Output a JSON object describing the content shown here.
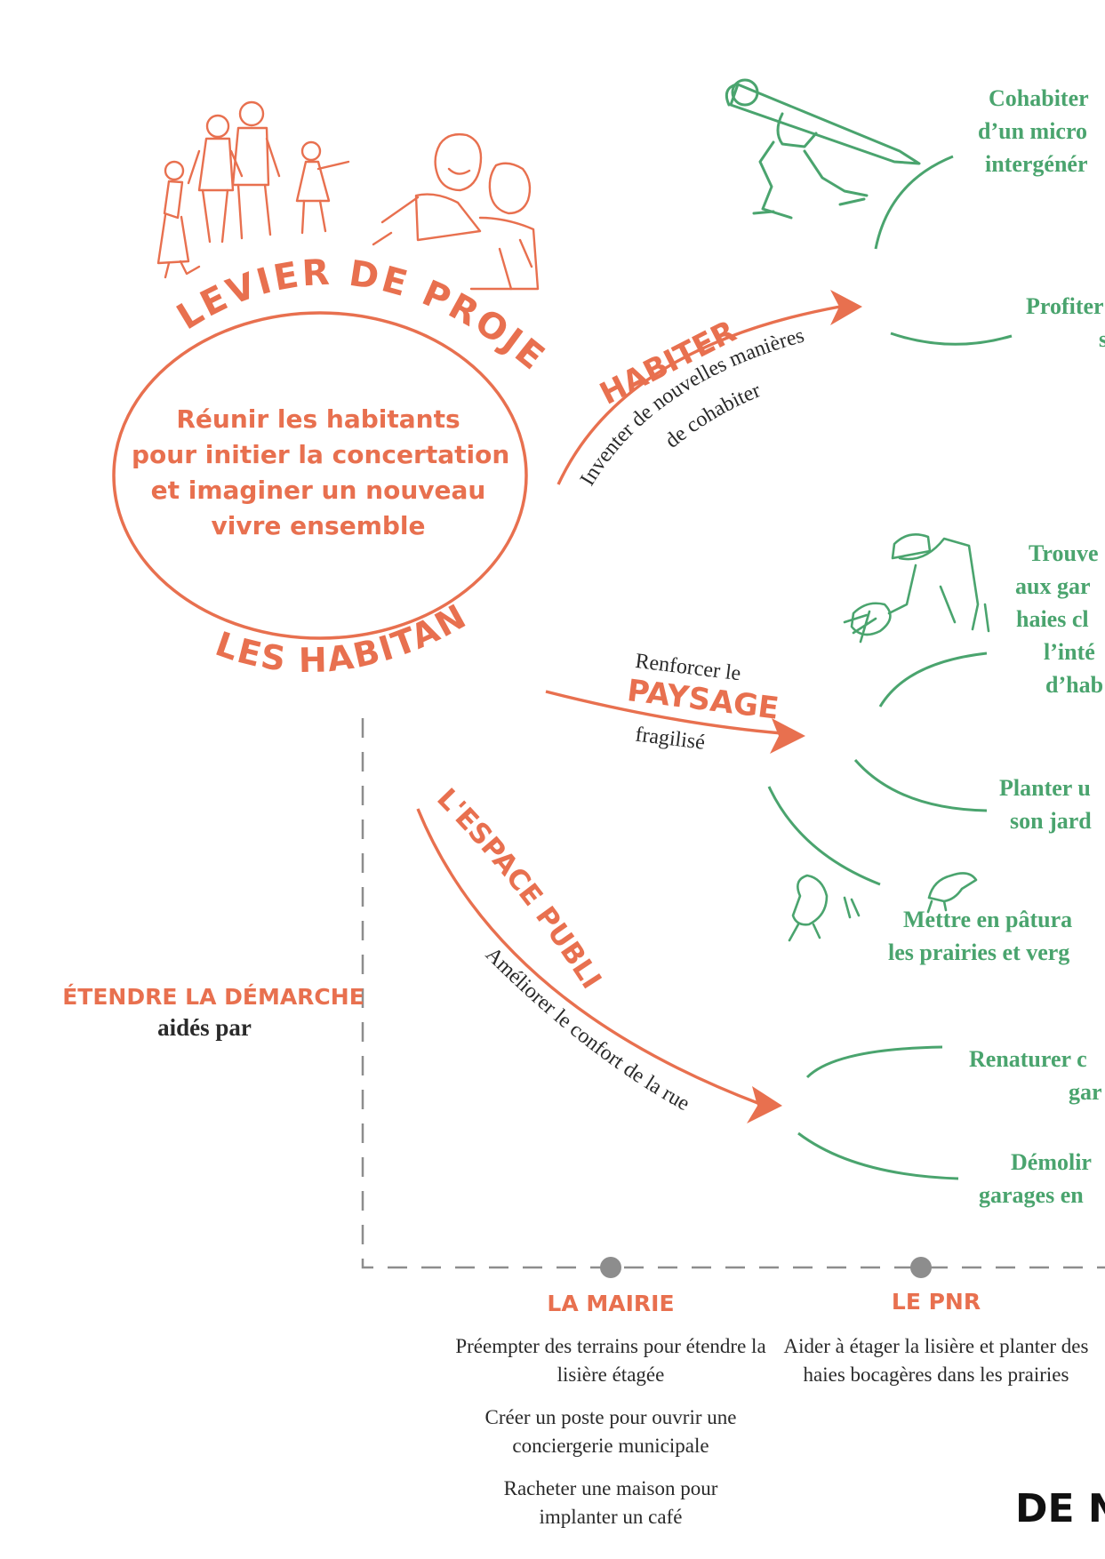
{
  "header": {
    "top_arc_label": "LEVIER DE PROJET",
    "bottom_arc_label": "LES HABITANTS"
  },
  "center": {
    "lines": [
      "Réunir les habitants",
      "pour initier la concertation",
      "et imaginer un nouveau",
      "vivre ensemble"
    ]
  },
  "branches": {
    "habiter": {
      "title": "HABITER",
      "sub1": "Inventer de nouvelles manières",
      "sub2": "de cohabiter"
    },
    "paysage": {
      "pre": "Renforcer le",
      "title": "PAYSAGE",
      "post": "fragilisé"
    },
    "espace": {
      "title": "L'ESPACE PUBLIC",
      "sub": "Améliorer le confort de la rue"
    }
  },
  "actions": {
    "a1": [
      "Cohabiter",
      "d’un micro",
      "intergénér"
    ],
    "a2": [
      "Profiter",
      "s"
    ],
    "a3": [
      "Trouve",
      "aux gar",
      "haies cl",
      "l’inté",
      "d’hab"
    ],
    "a4": [
      "Planter u",
      "son jard"
    ],
    "a5": [
      "Mettre en pâtura",
      "les prairies et verg"
    ],
    "a6": [
      "Renaturer c",
      "gar"
    ],
    "a7": [
      "Démolir",
      "garages en"
    ]
  },
  "extend": {
    "title": "ÉTENDRE LA DÉMARCHE",
    "sub": "aidés par"
  },
  "actors": [
    {
      "name": "LA MAIRIE",
      "items": [
        "Préempter des terrains pour étendre la lisière étagée",
        "Créer un poste pour ouvrir une conciergerie municipale",
        "Racheter une maison pour implanter un café"
      ]
    },
    {
      "name": "LE PNR",
      "items": [
        "Aider à étager la lisière et planter des haies bocagères dans les prairies"
      ]
    }
  ],
  "footer": {
    "logo_text": "DE N"
  },
  "colors": {
    "orange": "#e8704f",
    "green": "#4aa46e",
    "grey": "#8d8d8d",
    "dark": "#2a2a2a"
  }
}
